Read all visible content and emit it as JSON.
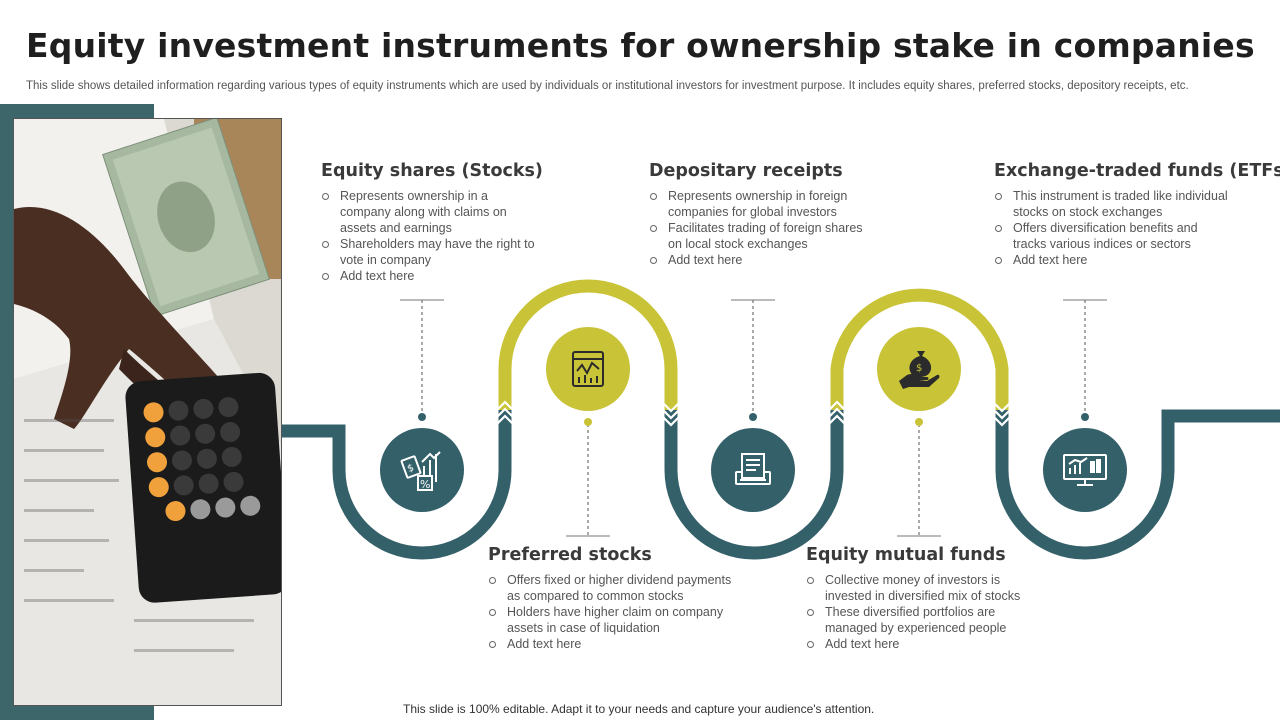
{
  "title": "Equity investment instruments for ownership stake in companies",
  "subtitle": "This slide shows detailed information regarding various types of equity instruments which are used by individuals or institutional investors for investment purpose. It includes equity shares, preferred stocks, depository receipts, etc.",
  "footer": "This slide is 100% editable. Adapt it to your needs and capture your audience's attention.",
  "colors": {
    "teal": "#34606a",
    "olive": "#c9c338",
    "dark_panel": "#3c666a"
  },
  "cards": [
    {
      "heading": "Equity shares (Stocks)",
      "icon": "stock-growth-icon",
      "bullets": [
        "Represents ownership in a company along with claims on assets and earnings",
        "Shareholders may have the right to vote in company",
        "Add text here"
      ]
    },
    {
      "heading": "Preferred stocks",
      "icon": "stock-chart-board-icon",
      "bullets": [
        "Offers fixed or higher dividend payments as compared to common stocks",
        "Holders have higher claim on company assets in case of liquidation",
        "Add text here"
      ]
    },
    {
      "heading": "Depositary receipts",
      "icon": "receipt-icon",
      "bullets": [
        "Represents ownership in foreign companies for global investors",
        "Facilitates trading of foreign shares on local stock exchanges",
        "Add text here"
      ]
    },
    {
      "heading": "Equity mutual funds",
      "icon": "money-bag-hand-icon",
      "bullets": [
        "Collective money of investors is invested in diversified mix of stocks",
        "These diversified portfolios are managed by experienced people",
        "Add text here"
      ]
    },
    {
      "heading": "Exchange-traded funds (ETFs)",
      "icon": "monitor-chart-icon",
      "bullets": [
        "This instrument is traded like individual stocks on stock exchanges",
        "Offers diversification benefits and tracks various indices or sectors",
        "Add text here"
      ]
    }
  ]
}
